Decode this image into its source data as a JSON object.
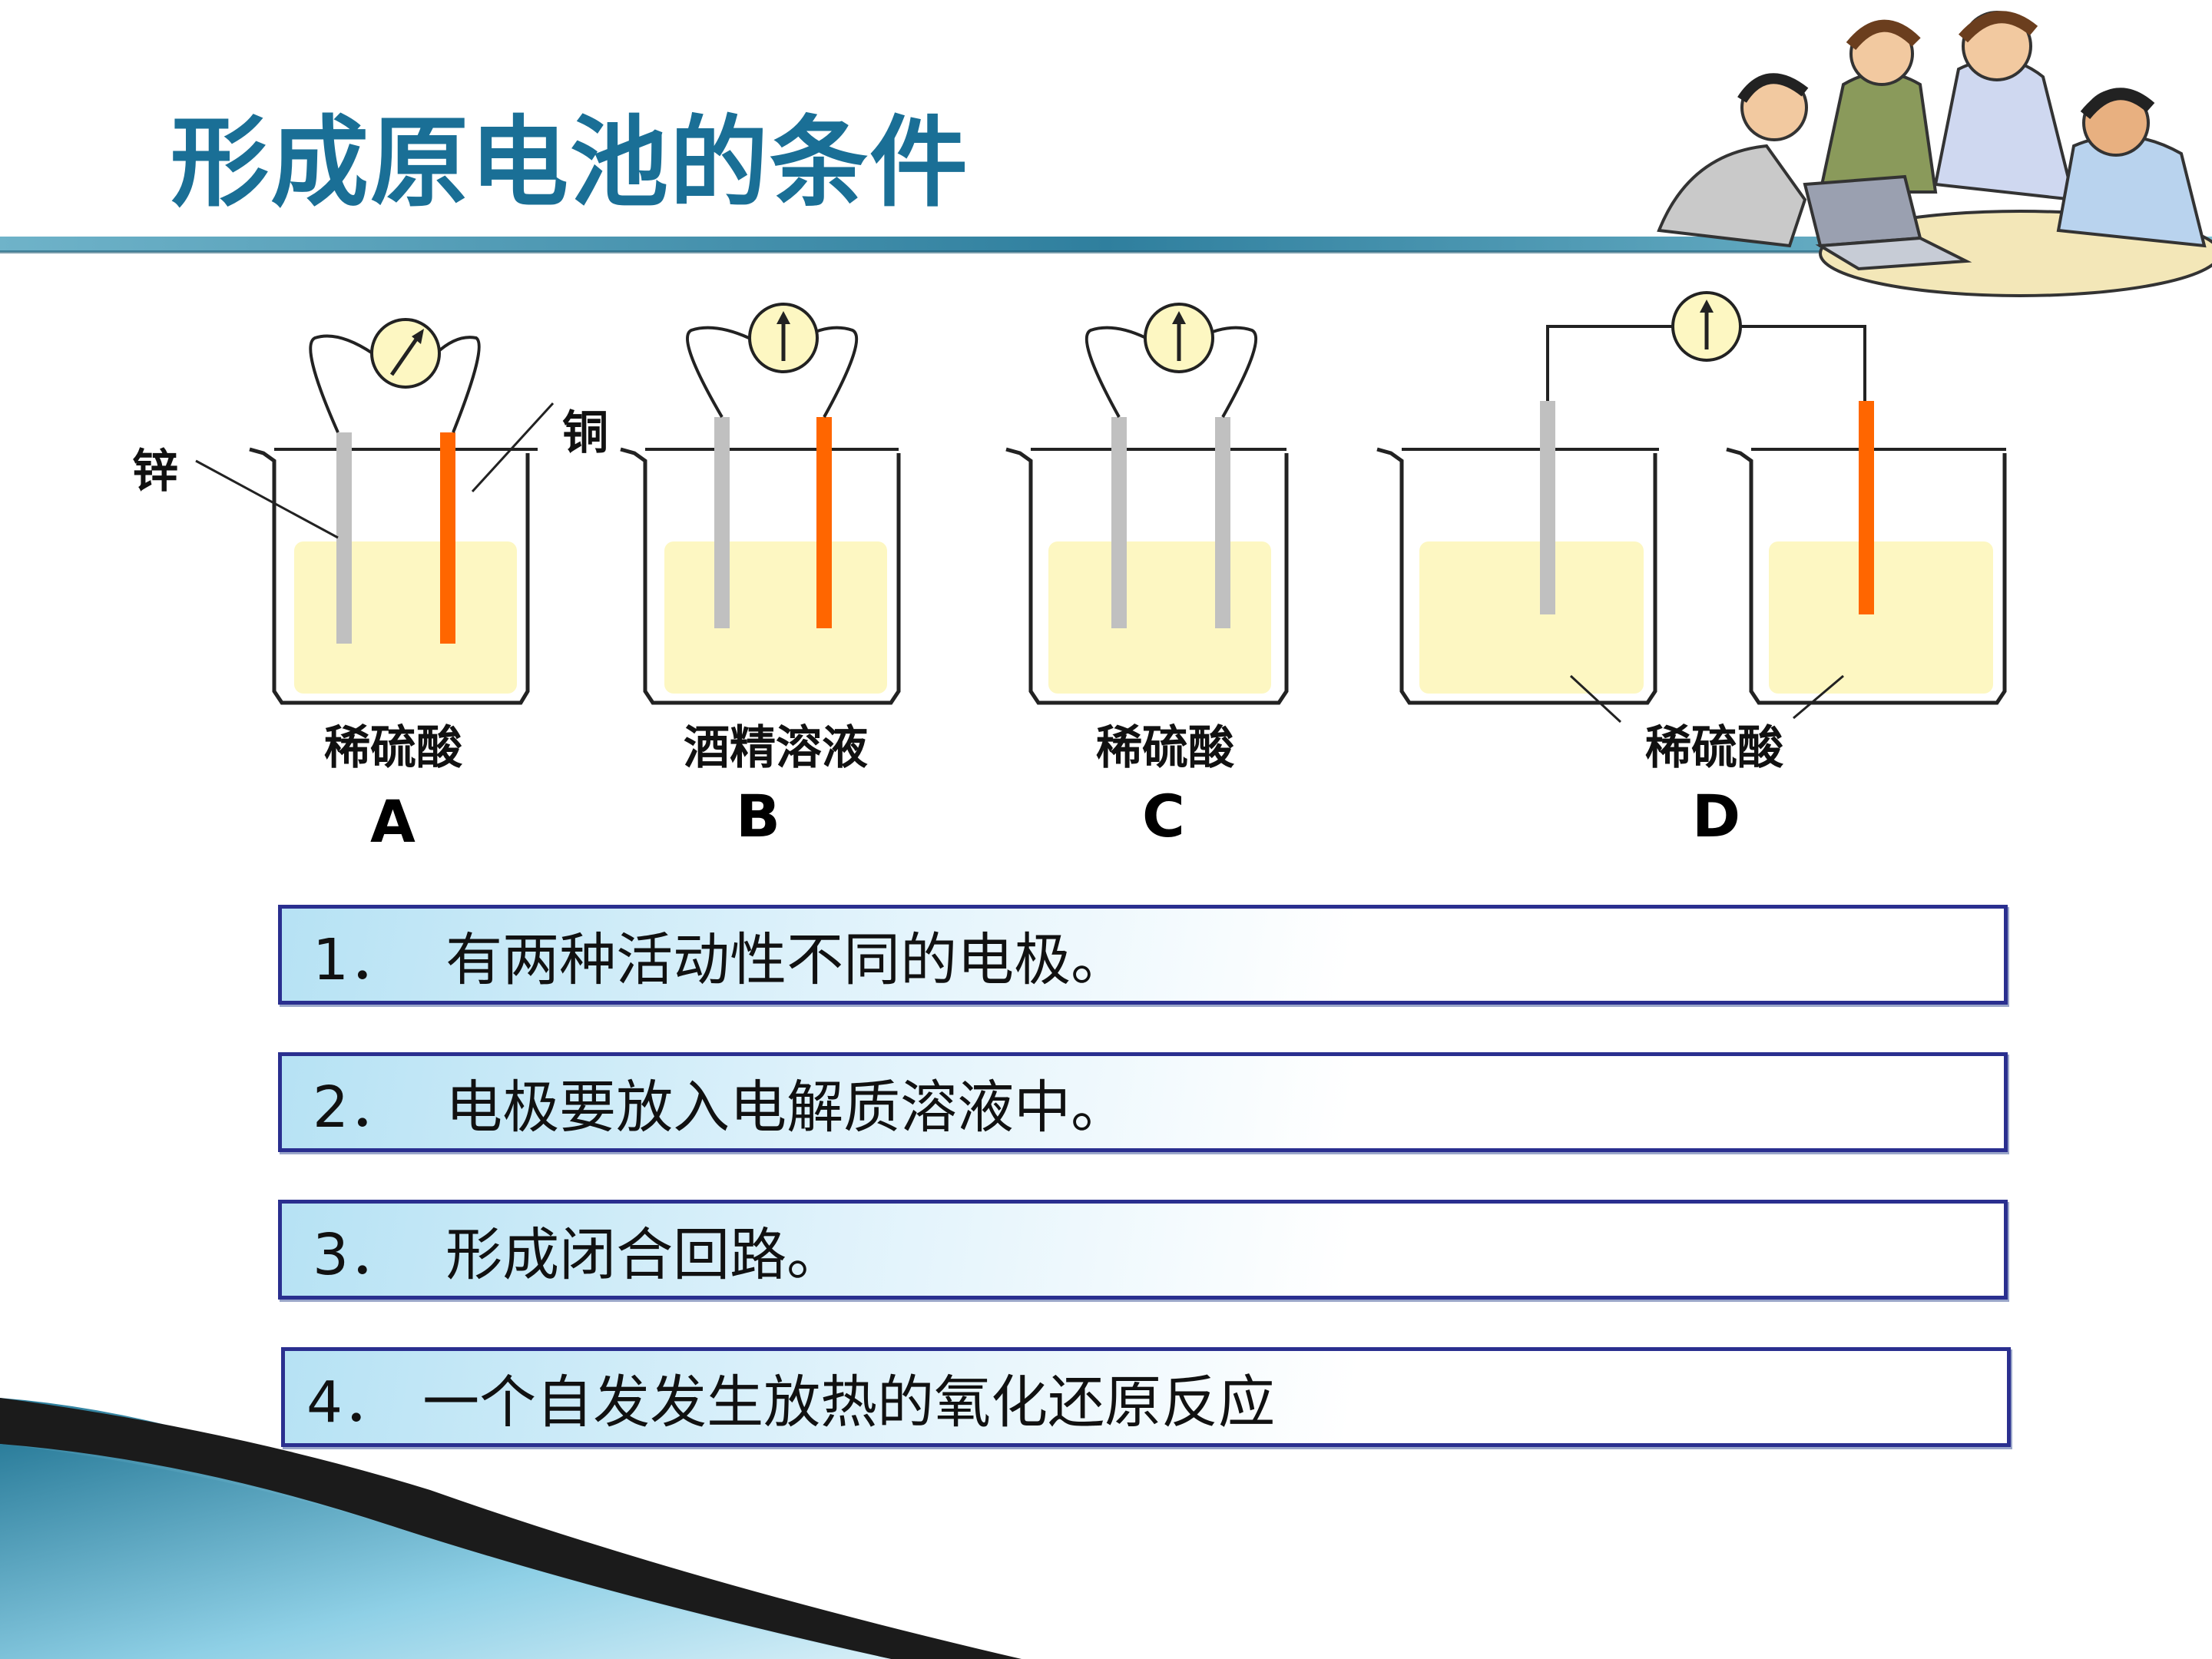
{
  "slide": {
    "title": "形成原电池的条件",
    "colors": {
      "title": "#1a6f96",
      "banner": "#3a8fae",
      "zinc": "#c0c0c0",
      "copper": "#ff6600",
      "solution": "#fdf7c2",
      "box_border": "#2a2f8f"
    },
    "icons": [
      "meeting-clipart",
      "galvanometer-icon"
    ]
  },
  "diagram": {
    "callouts": {
      "zinc": "锌",
      "copper": "铜"
    },
    "setups": [
      {
        "letter": "A",
        "solution": "稀硫酸"
      },
      {
        "letter": "B",
        "solution": "酒精溶液"
      },
      {
        "letter": "C",
        "solution": "稀硫酸"
      },
      {
        "letter": "D",
        "solution": "稀硫酸"
      }
    ]
  },
  "conditions": [
    {
      "num": "1．",
      "text": "有两种活动性不同的电极。"
    },
    {
      "num": "2．",
      "text": "电极要放入电解质溶液中。"
    },
    {
      "num": "3．",
      "text": "形成闭合回路。"
    },
    {
      "num": "4．",
      "text": "一个自发发生放热的氧化还原反应"
    }
  ]
}
